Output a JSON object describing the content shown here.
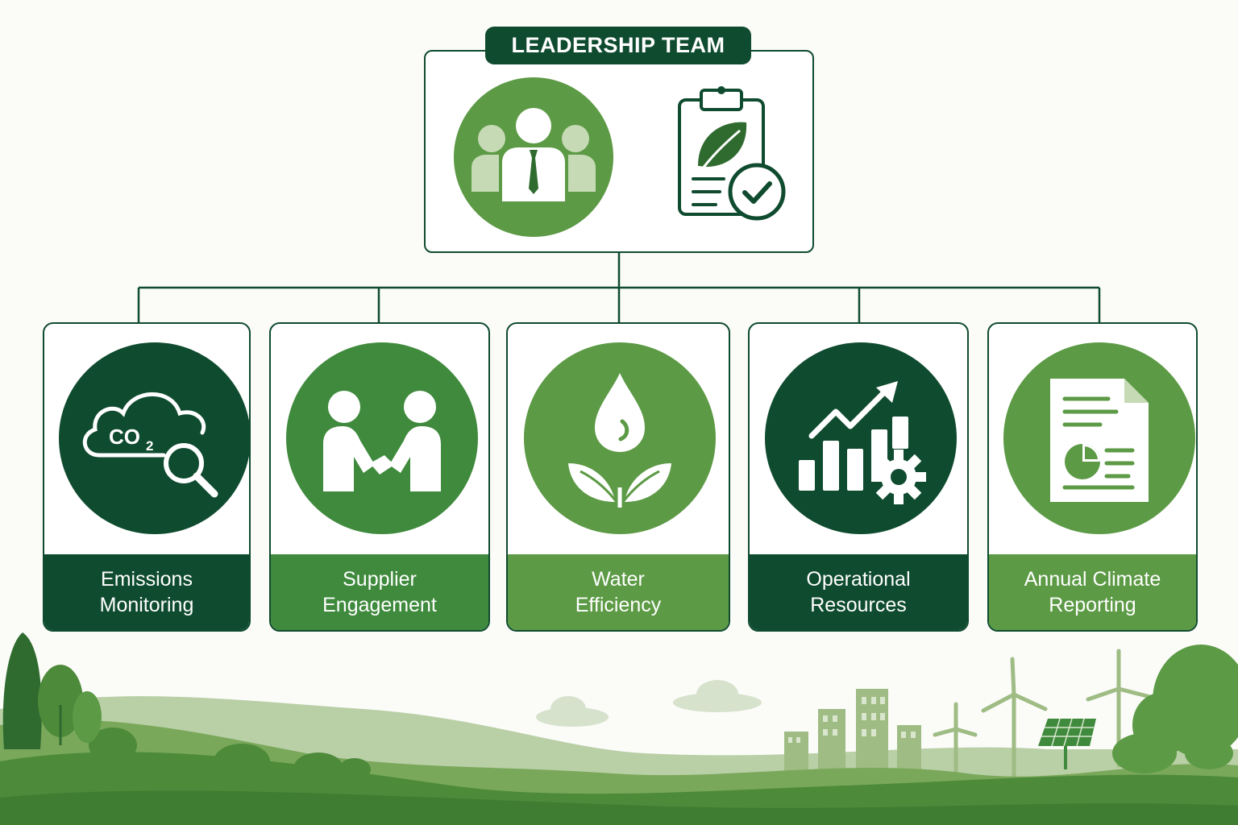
{
  "leadership": {
    "title": "LEADERSHIP TEAM",
    "icons": [
      "leadership-team-icon",
      "sustainability-checklist-icon"
    ]
  },
  "colors": {
    "dark_green": "#0f4b2f",
    "mid_green": "#2f7a3c",
    "light_green": "#5c9a45",
    "lighter_green": "#7aa85a",
    "background": "#fbfbf8"
  },
  "cards": [
    {
      "icon": "co2-cloud-magnifier-icon",
      "line1": "Emissions",
      "line2": "Monitoring",
      "color": "#0f4b2f"
    },
    {
      "icon": "handshake-people-icon",
      "line1": "Supplier",
      "line2": "Engagement",
      "color": "#3f8a3d"
    },
    {
      "icon": "water-drop-leaves-icon",
      "line1": "Water",
      "line2": "Efficiency",
      "color": "#5c9a45"
    },
    {
      "icon": "growth-chart-gear-icon",
      "line1": "Operational",
      "line2": "Resources",
      "color": "#0f4b2f"
    },
    {
      "icon": "report-document-icon",
      "line1": "Annual Climate",
      "line2": "Reporting",
      "color": "#5c9a45"
    }
  ]
}
